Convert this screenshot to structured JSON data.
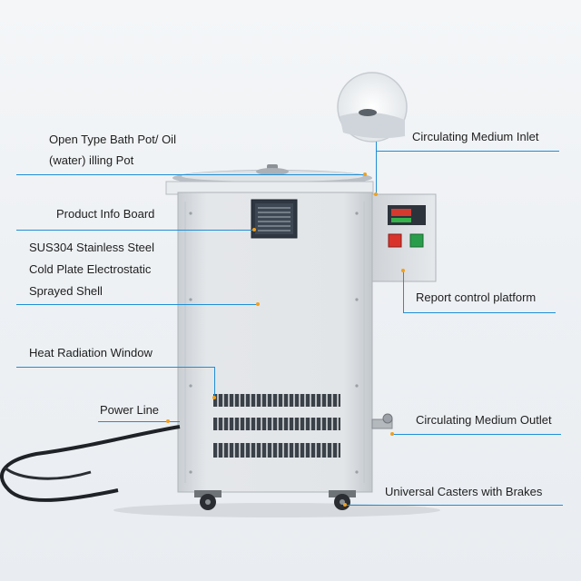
{
  "callouts": {
    "bath_pot_line1": "Open Type Bath Pot/ Oil",
    "bath_pot_line2": "(water) illing Pot",
    "product_info_board": "Product Info Board",
    "shell_line1": "SUS304 Stainless Steel",
    "shell_line2": "Cold Plate Electrostatic",
    "shell_line3": "Sprayed Shell",
    "heat_radiation_window": "Heat Radiation Window",
    "power_line": "Power Line",
    "medium_inlet": "Circulating Medium Inlet",
    "control_platform": "Report control platform",
    "medium_outlet": "Circulating Medium Outlet",
    "casters": "Universal Casters with Brakes"
  },
  "colors": {
    "leader_line": "#1f8fd6",
    "anchor_dot": "#f0a020",
    "cabinet": "#dfe3e7",
    "control_red": "#d9342b",
    "control_green": "#2a9d4a"
  }
}
